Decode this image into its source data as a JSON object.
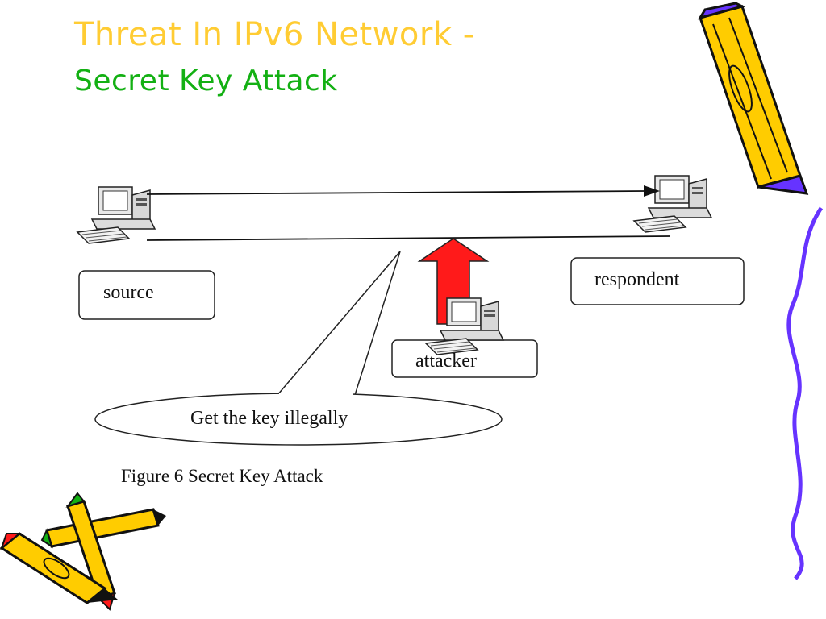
{
  "slide": {
    "title": "Threat In IPv6 Network -",
    "subtitle": "Secret Key Attack",
    "colors": {
      "title": "#ffcc33",
      "subtitle": "#13b013",
      "attack_arrow": "#ff1a1a",
      "squiggle": "#6633ff",
      "pencil_body": "#ffcc00"
    }
  },
  "diagram": {
    "nodes": {
      "source": "source",
      "respondent": "respondent",
      "attacker": "attacker"
    },
    "speech_bubble": "Get the key illegally",
    "caption": "Figure 6 Secret Key Attack"
  },
  "decorations": {
    "top_right": "pencil-icon",
    "bottom_left": "crossed-pencils-icon",
    "right_edge": "squiggle-line"
  }
}
